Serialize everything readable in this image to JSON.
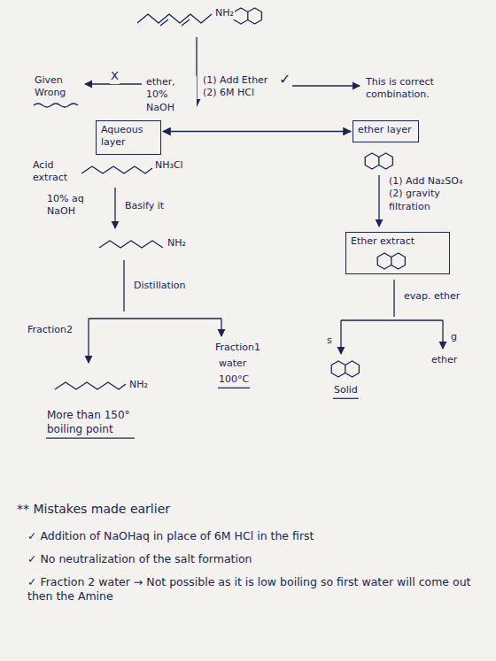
{
  "diagram": {
    "nodes": [
      {
        "text": [
          "Aqueous layer"
        ]
      },
      {
        "text": [
          "ether layer"
        ]
      },
      {
        "text": [
          "Ether extract"
        ]
      }
    ],
    "edges": [
      {
        "from": 0,
        "to": 1,
        "arrow": "both"
      }
    ],
    "labels": [
      "NH₂",
      "Given Wrong",
      "X",
      "ether, 10% NaOH",
      "(1) Add Ether (2) 6M HCl",
      "✓",
      "This is correct combination.",
      "Acid extract",
      "NH₃Cl",
      "10% aq NaOH",
      "Basify it",
      "NH₂",
      "Distillation",
      "Fraction2",
      "Fraction1",
      "water",
      "100°C",
      "NH₂",
      "More than 150° boiling point",
      "(1) Add Na₂SO₄ (2) gravity filtration",
      "evap. ether",
      "s",
      "g",
      "Solid",
      "ether",
      "** Mistakes made earlier",
      "✓ Addition of NaOHaq in place of 6M HCl in the first",
      "✓ No neutralization of the salt formation",
      "✓ Fraction 2 water → Not possible as it is low boiling so first water will come out then the Amine"
    ]
  }
}
